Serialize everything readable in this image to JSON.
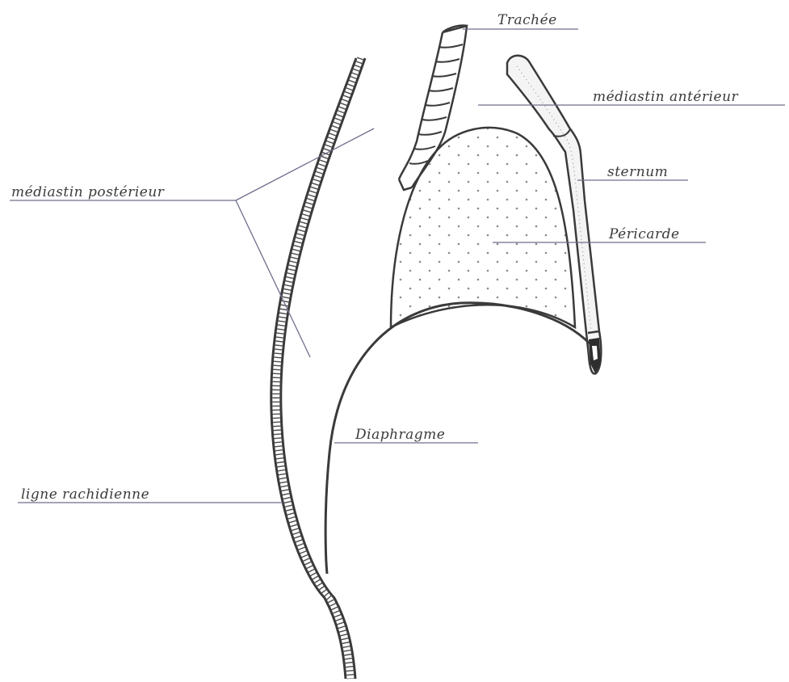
{
  "labels": {
    "trachea": "Trachée",
    "anterior_mediastinum": "médiastin antérieur",
    "sternum": "sternum",
    "posterior_mediastinum": "médiastin postérieur",
    "pericardium": "Péricarde",
    "diaphragm": "Diaphragme",
    "spinal_line": "ligne rachidienne"
  },
  "colors": {
    "ink": "#3a3a3a",
    "leader": "#6f6f8e",
    "stipple": "#8a8a8a",
    "background": "#ffffff"
  }
}
